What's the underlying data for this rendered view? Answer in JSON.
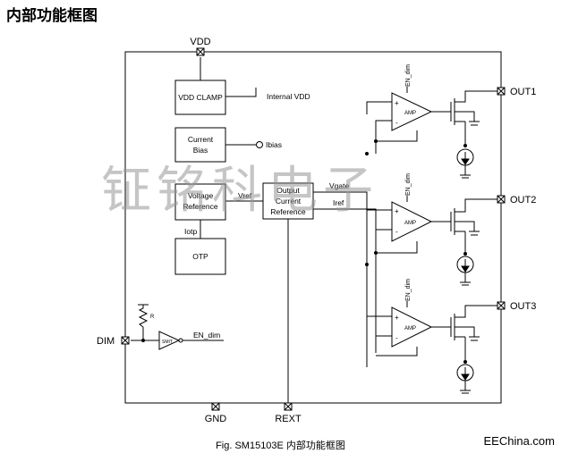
{
  "heading": "内部功能框图",
  "caption": "Fig. SM15103E 内部功能框图",
  "brand": "EEChina.com",
  "watermark": "钲铭科电子",
  "pins": {
    "vdd": "VDD",
    "gnd": "GND",
    "rext": "REXT",
    "dim": "DIM",
    "out1": "OUT1",
    "out2": "OUT2",
    "out3": "OUT3"
  },
  "blocks": {
    "vdd_clamp": "VDD CLAMP",
    "current_bias": [
      "Current",
      "Bias"
    ],
    "voltage_reference": [
      "Voltage",
      "Reference"
    ],
    "otp": "OTP",
    "output_current_reference": [
      "Output",
      "Current",
      "Reference"
    ],
    "schmitt": "SMIT"
  },
  "signals": {
    "internal_vdd": "Internal VDD",
    "ibias": "Ibias",
    "vref": "Vref",
    "iotp": "Iotp",
    "vgate": "Vgate",
    "iref": "Iref",
    "en_dim": "EN_dim",
    "resistor": "R"
  },
  "amplifier": {
    "label": "AMP",
    "enable": "EN_dim",
    "plus": "+",
    "minus": "-"
  }
}
